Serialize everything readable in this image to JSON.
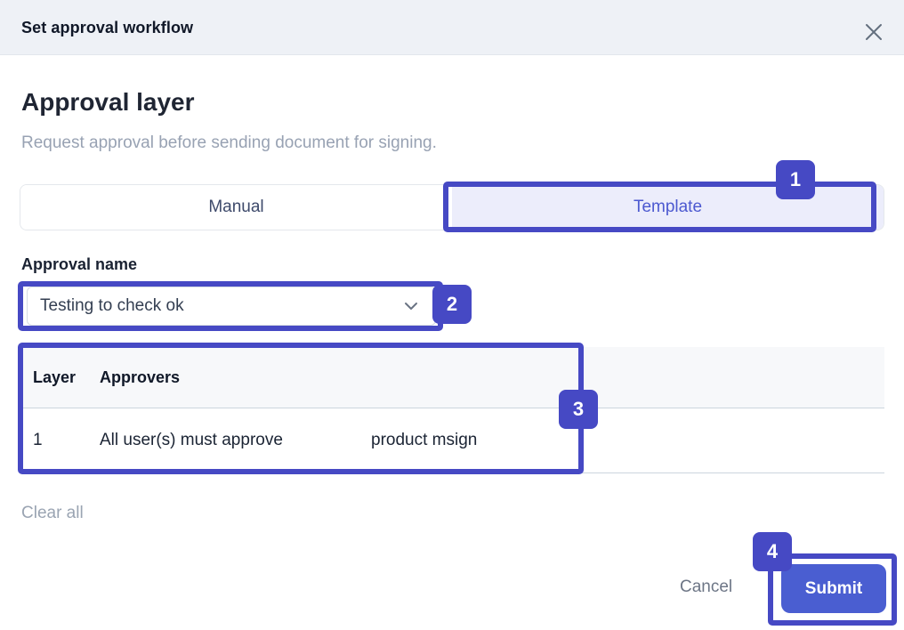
{
  "modal": {
    "title": "Set approval workflow"
  },
  "content": {
    "heading": "Approval layer",
    "subheading": "Request approval before sending document for signing.",
    "tabs": [
      {
        "label": "Manual",
        "selected": false
      },
      {
        "label": "Template",
        "selected": true
      }
    ],
    "approval_name": {
      "label": "Approval name",
      "selected_value": "Testing to check ok"
    },
    "table": {
      "headers": [
        "Layer",
        "Approvers"
      ],
      "rows": [
        {
          "layer": "1",
          "rule": "All user(s) must approve",
          "approver": "product msign"
        }
      ]
    },
    "clear_all_label": "Clear all",
    "footer": {
      "cancel_label": "Cancel",
      "submit_label": "Submit"
    }
  },
  "annotations": {
    "steps": [
      "1",
      "2",
      "3",
      "4"
    ],
    "color": "#4649c4"
  },
  "colors": {
    "header_bg": "#eef1f6",
    "template_tab_bg": "#ecedfb",
    "template_tab_text": "#4c59d0",
    "submit_bg": "#4a5ed1",
    "table_header_bg": "#f7f8fa"
  }
}
